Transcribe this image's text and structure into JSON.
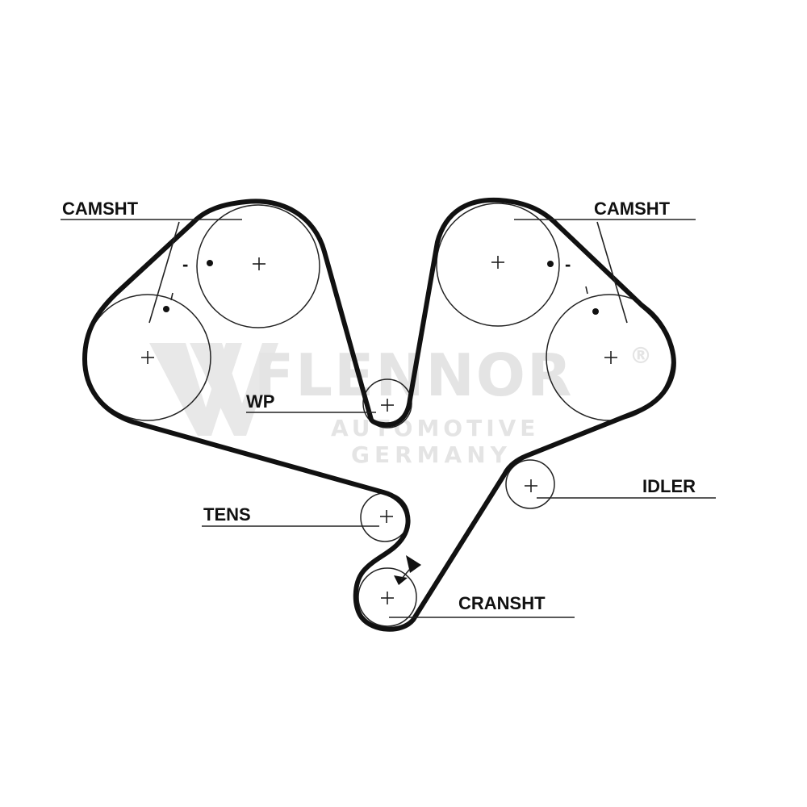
{
  "labels": {
    "camshaft_left": "CAMSHT",
    "camshaft_right": "CAMSHT",
    "water_pump": "WP",
    "tensioner": "TENS",
    "idler": "IDLER",
    "crankshaft": "CRANSHT"
  },
  "timing_marks": {
    "left_minus": "-",
    "right_minus": "-"
  },
  "watermark": {
    "brand": "FLENNOR",
    "registered": "®",
    "line1": "AUTOMOTIVE",
    "line2": "GERMANY",
    "color": "#cfcfcf"
  },
  "colors": {
    "belt": "#111111",
    "lines": "#222222"
  }
}
